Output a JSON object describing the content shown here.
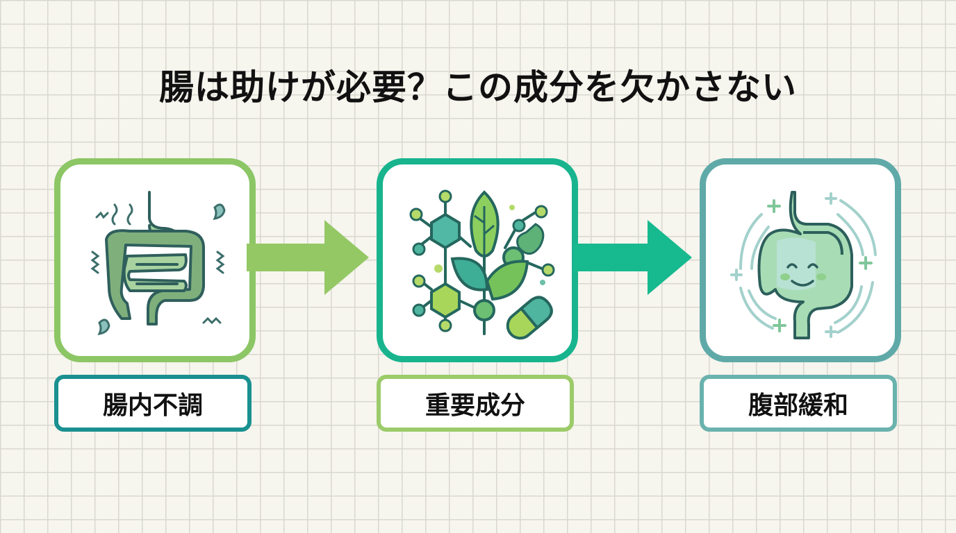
{
  "title": "腸は助けが必要？この成分を欠かさない",
  "steps": [
    {
      "label": "腸内不調",
      "icon": "troubled-intestine-icon",
      "card_color": "#8cc665",
      "label_color": "#1a9090"
    },
    {
      "label": "重要成分",
      "icon": "molecule-leaf-capsule-icon",
      "card_color": "#18b48e",
      "label_color": "#9ccb6a"
    },
    {
      "label": "腹部緩和",
      "icon": "happy-intestine-icon",
      "card_color": "#5faaa8",
      "label_color": "#6ab2ae"
    }
  ],
  "arrows": [
    {
      "from": "腸内不調",
      "to": "重要成分",
      "color": "#94c865"
    },
    {
      "from": "重要成分",
      "to": "腹部緩和",
      "color": "#17b98e"
    }
  ]
}
